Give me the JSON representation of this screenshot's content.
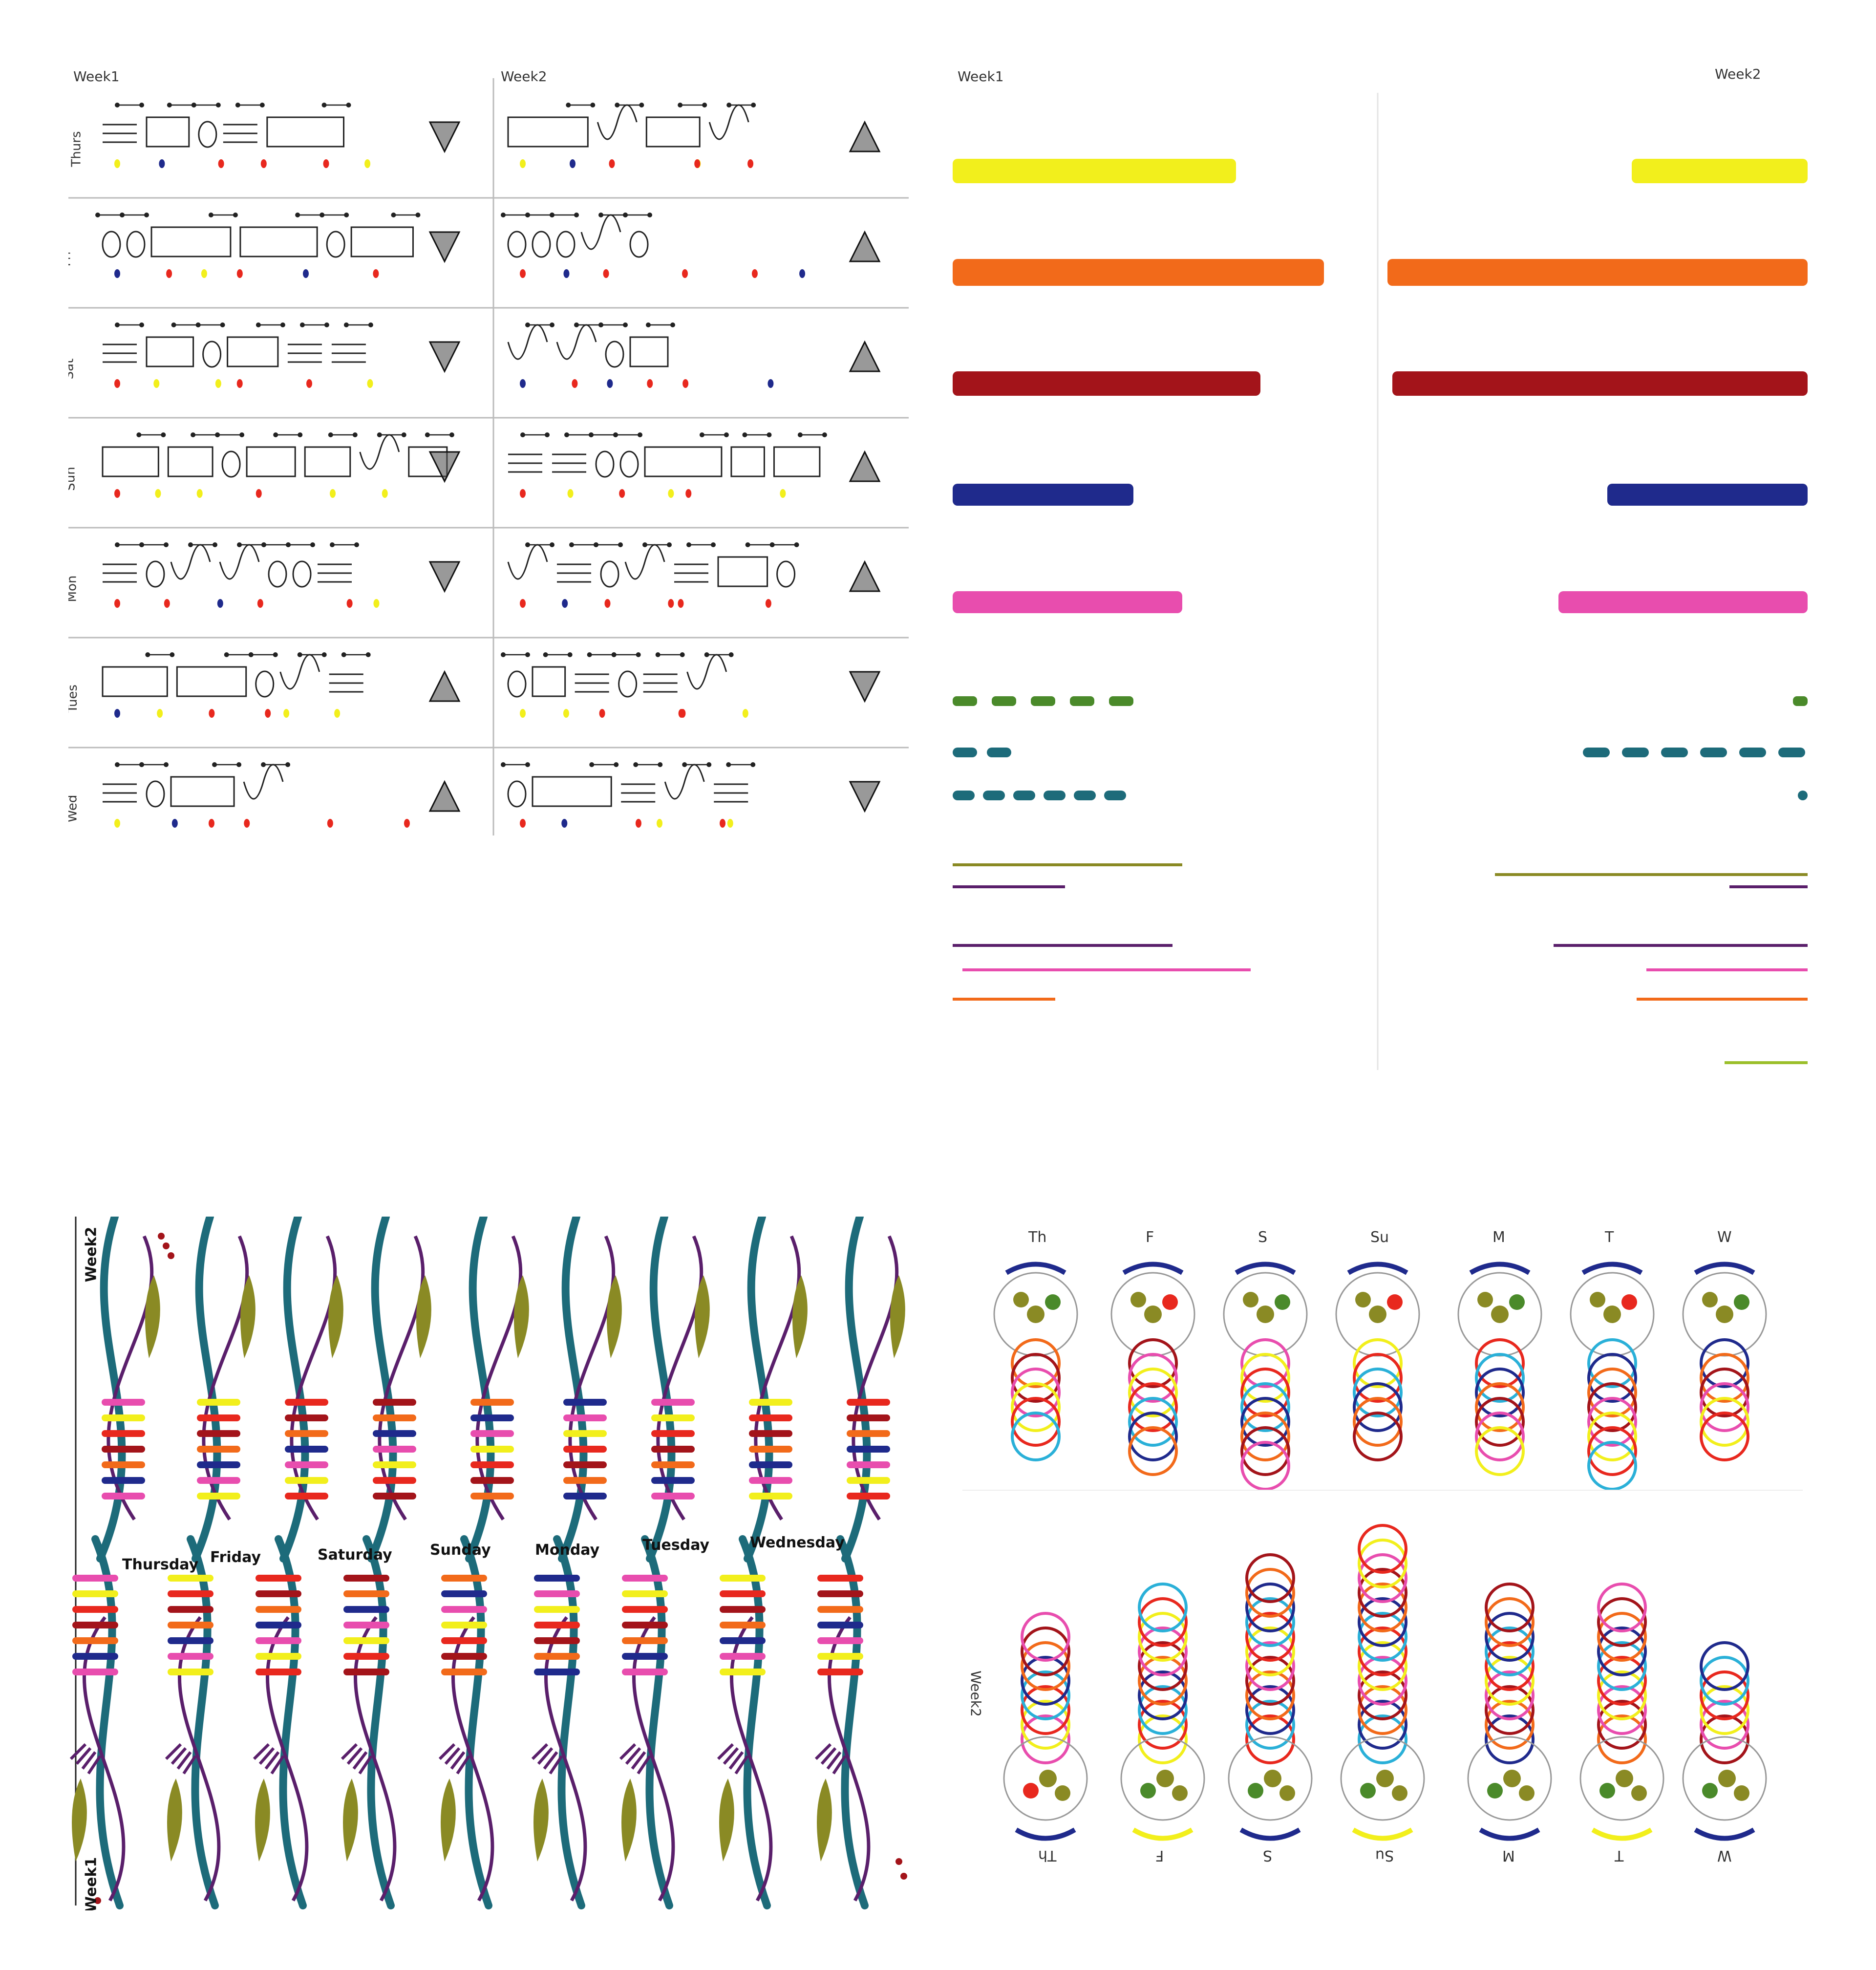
{
  "sketch_log": {
    "week1_label": "Week1",
    "week2_label": "Week2",
    "days": [
      "Thurs",
      "Fri",
      "Sat",
      "Sun",
      "Mon",
      "Tues",
      "Wed"
    ]
  },
  "bars_panel": {
    "week1_label": "Week1",
    "week2_label": "Week2"
  },
  "vine_panel": {
    "week2_label": "Week2",
    "week1_label": "Week1",
    "days": [
      "Thursday",
      "Friday",
      "Saturday",
      "Sunday",
      "Monday",
      "Tuesday",
      "Wednesday"
    ]
  },
  "circles_panel": {
    "top_days": [
      "Th",
      "F",
      "S",
      "Su",
      "M",
      "T",
      "W"
    ],
    "week2_label": "Week2",
    "bottom_days": [
      "Th",
      "F",
      "S",
      "Su",
      "M",
      "T",
      "W"
    ]
  },
  "palette": {
    "yellow": "#f2ef1c",
    "orange": "#f26a1a",
    "red": "#e8281e",
    "maroon": "#a3141a",
    "navy": "#1f2a8c",
    "pink": "#e84dae",
    "green": "#4a8a2a",
    "teal": "#1d6b7a",
    "olive": "#8a8a24",
    "purple": "#5a1f6b",
    "cyan": "#2ab0d8"
  }
}
